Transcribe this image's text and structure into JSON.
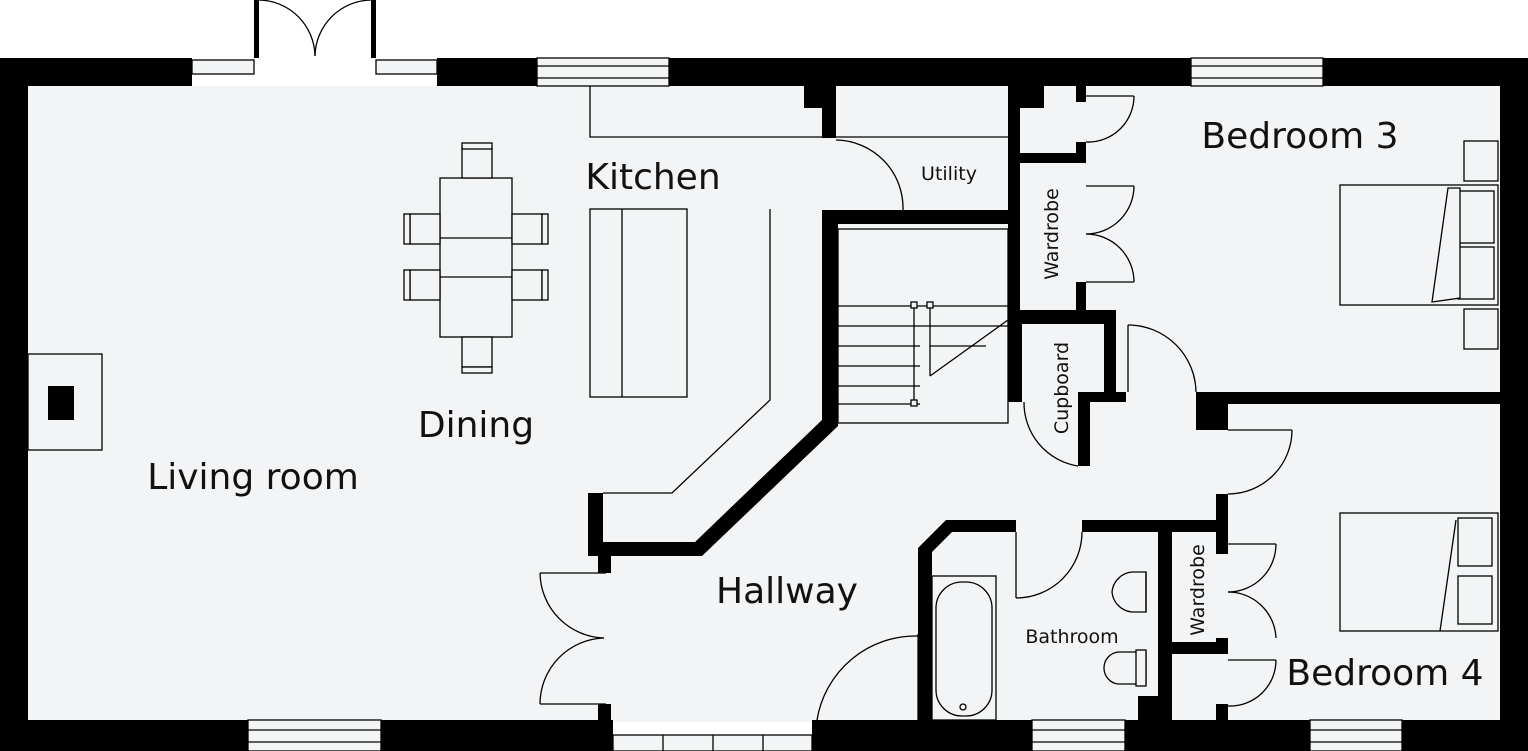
{
  "plan": {
    "rooms": {
      "living_room": "Living room",
      "dining": "Dining",
      "kitchen": "Kitchen",
      "utility": "Utility",
      "hallway": "Hallway",
      "bathroom": "Bathroom",
      "bedroom_3": "Bedroom 3",
      "bedroom_4": "Bedroom 4",
      "wardrobe_upper": "Wardrobe",
      "wardrobe_lower": "Wardrobe",
      "cupboard": "Cupboard"
    }
  }
}
